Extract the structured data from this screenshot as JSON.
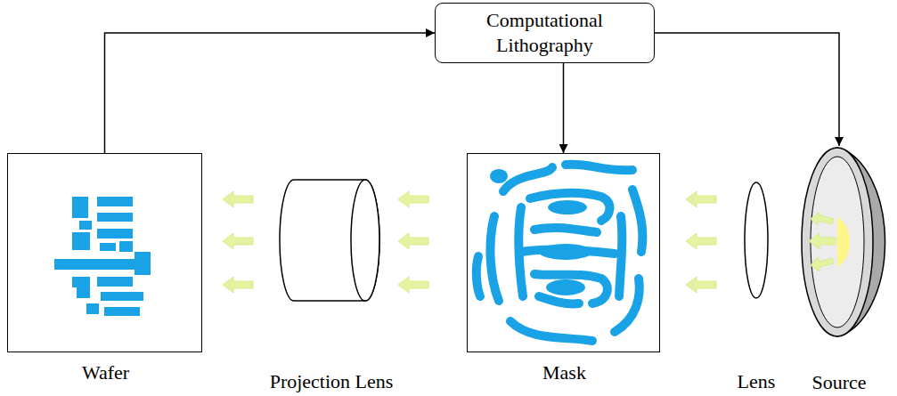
{
  "diagram": {
    "nodes": [
      {
        "text": [
          "Computational Lithography"
        ]
      },
      {
        "text": [
          "Wafer"
        ]
      },
      {
        "text": [
          "Mask"
        ]
      },
      {
        "text": [
          "Source"
        ]
      }
    ],
    "edges": [
      {
        "from": 1,
        "to": 0,
        "arrow": "to"
      },
      {
        "from": 0,
        "to": 2,
        "arrow": "to"
      },
      {
        "from": 0,
        "to": 3,
        "arrow": "to"
      }
    ],
    "labels": [
      "Projection Lens",
      "Lens"
    ]
  }
}
